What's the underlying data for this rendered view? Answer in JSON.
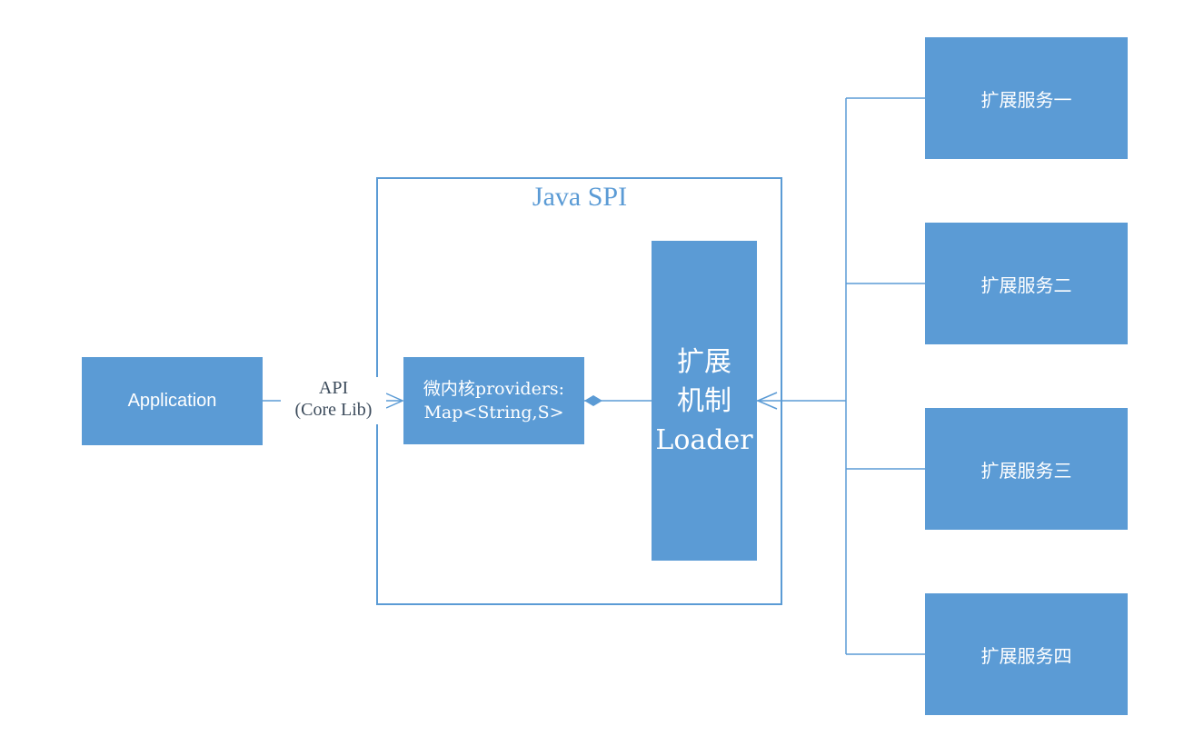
{
  "diagram": {
    "frame_title": "Java SPI",
    "application_label": "Application",
    "api_label": {
      "line1": "API",
      "line2": "(Core Lib)"
    },
    "kernel": {
      "line1": "微内核providers:",
      "line2": "Map<String,S>"
    },
    "loader": {
      "line1": "扩展",
      "line2": "机制",
      "line3": "Loader"
    },
    "extensions": [
      "扩展服务一",
      "扩展服务二",
      "扩展服务三",
      "扩展服务四"
    ],
    "colors": {
      "box_fill": "#5b9bd5",
      "box_text": "#ffffff",
      "frame_stroke": "#5b9bd5",
      "label_text": "#3d4c5c"
    }
  }
}
